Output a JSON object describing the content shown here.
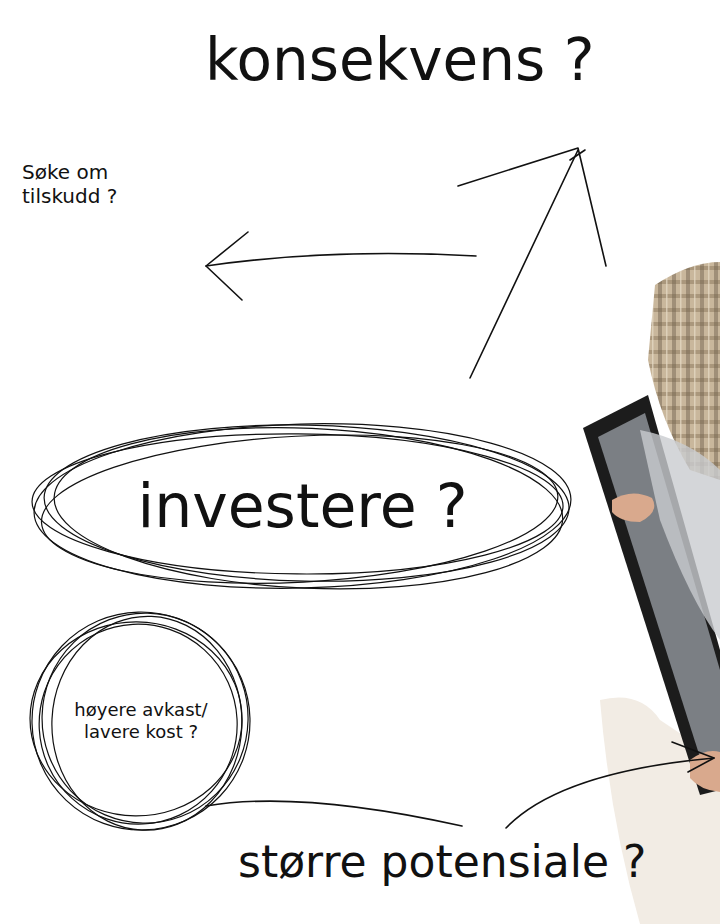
{
  "diagram": {
    "nodes": [
      {
        "text": [
          "investere ?"
        ]
      },
      {
        "text": [
          "høyere avkast/ lavere kost ?"
        ]
      }
    ],
    "labels": [
      "konsekvens ?",
      "Søke om tilskudd ?",
      "større potensiale ?"
    ]
  }
}
